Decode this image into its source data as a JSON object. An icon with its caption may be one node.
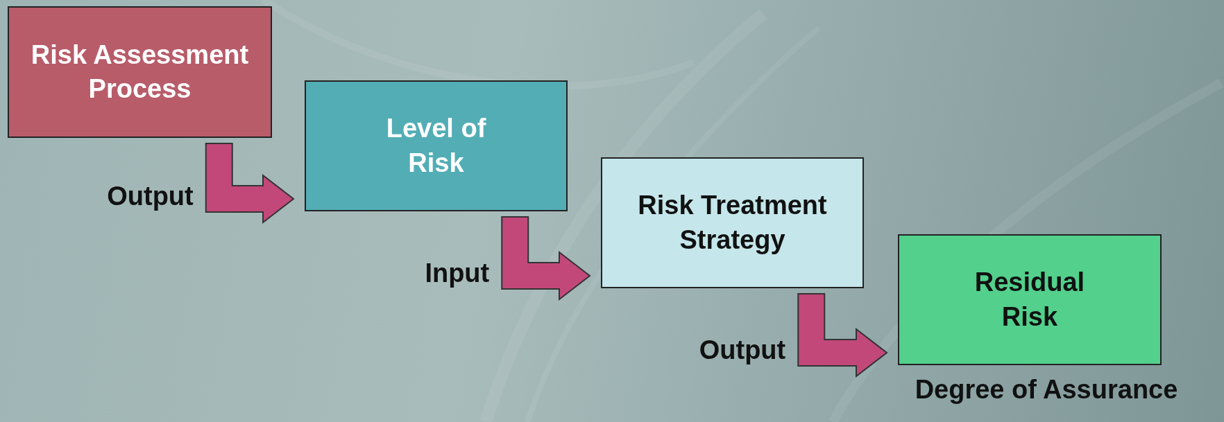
{
  "diagram": {
    "nodes": [
      {
        "text": [
          "Risk Assessment Process"
        ]
      },
      {
        "text": [
          "Level of Risk"
        ]
      },
      {
        "text": [
          "Risk Treatment Strategy"
        ]
      },
      {
        "text": [
          "Residual Risk"
        ],
        "beside": [
          "Degree of Assurance"
        ]
      }
    ],
    "edges": [
      {
        "from": 0,
        "to": 1,
        "arrow": "to",
        "label": "Output"
      },
      {
        "from": 1,
        "to": 2,
        "arrow": "to",
        "label": "Input"
      },
      {
        "from": 2,
        "to": 3,
        "arrow": "to",
        "label": "Output"
      }
    ]
  }
}
